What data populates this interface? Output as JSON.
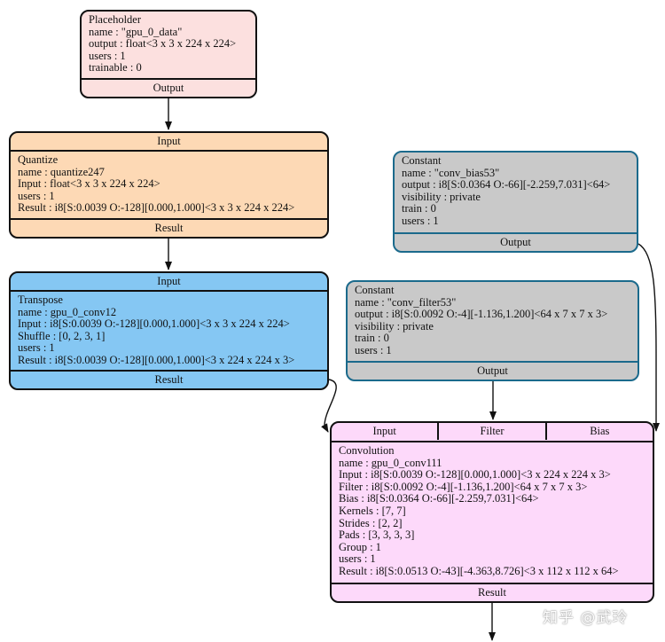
{
  "nodes": {
    "placeholder": {
      "lines": [
        "Placeholder",
        "name : \"gpu_0_data\"",
        "output : float<3 x 3 x 224 x 224>",
        "users : 1",
        "trainable : 0"
      ],
      "output_port": "Output"
    },
    "quantize": {
      "input_port": "Input",
      "lines": [
        "Quantize",
        "name : quantize247",
        "Input : float<3 x 3 x 224 x 224>",
        "users : 1",
        "Result : i8[S:0.0039 O:-128][0.000,1.000]<3 x 3 x 224 x 224>"
      ],
      "output_port": "Result"
    },
    "transpose": {
      "input_port": "Input",
      "lines": [
        "Transpose",
        "name : gpu_0_conv12",
        "Input : i8[S:0.0039 O:-128][0.000,1.000]<3 x 3 x 224 x 224>",
        "Shuffle : [0, 2, 3, 1]",
        "users : 1",
        "Result : i8[S:0.0039 O:-128][0.000,1.000]<3 x 224 x 224 x 3>"
      ],
      "output_port": "Result"
    },
    "bias": {
      "lines": [
        "Constant",
        "name : \"conv_bias53\"",
        "output : i8[S:0.0364 O:-66][-2.259,7.031]<64>",
        "visibility : private",
        "train : 0",
        "users : 1"
      ],
      "output_port": "Output"
    },
    "filter": {
      "lines": [
        "Constant",
        "name : \"conv_filter53\"",
        "output : i8[S:0.0092 O:-4][-1.136,1.200]<64 x 7 x 7 x 3>",
        "visibility : private",
        "train : 0",
        "users : 1"
      ],
      "output_port": "Output"
    },
    "conv": {
      "input_ports": [
        "Input",
        "Filter",
        "Bias"
      ],
      "lines": [
        "Convolution",
        "name : gpu_0_conv111",
        "Input : i8[S:0.0039 O:-128][0.000,1.000]<3 x 224 x 224 x 3>",
        "Filter : i8[S:0.0092 O:-4][-1.136,1.200]<64 x 7 x 7 x 3>",
        "Bias : i8[S:0.0364 O:-66][-2.259,7.031]<64>",
        "Kernels : [7, 7]",
        "Strides : [2, 2]",
        "Pads : [3, 3, 3, 3]",
        "Group : 1",
        "users : 1",
        "Result : i8[S:0.0513 O:-43][-4.363,8.726]<3 x 112 x 112 x 64>"
      ],
      "output_port": "Result"
    }
  },
  "watermark": "知乎 @武玲"
}
